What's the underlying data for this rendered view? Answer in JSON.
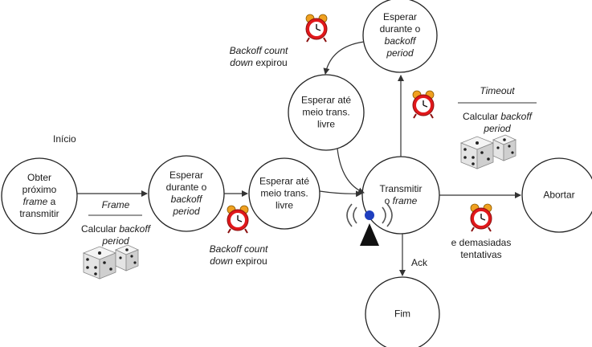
{
  "start_label": "Início",
  "nodes": {
    "obter": [
      "Obter",
      "próximo",
      "*frame* a",
      "transmitir"
    ],
    "esperar_backoff_1": [
      "Esperar",
      "durante o",
      "*backoff*",
      "*period*"
    ],
    "esperar_meio_1": [
      "Esperar até",
      "meio trans.",
      "livre"
    ],
    "transmitir": [
      "Transmitir",
      "o *frame*"
    ],
    "esperar_meio_2": [
      "Esperar até",
      "meio trans.",
      "livre"
    ],
    "esperar_backoff_2": [
      "Esperar",
      "durante o",
      "*backoff*",
      "*period*"
    ],
    "abortar": [
      "Abortar"
    ],
    "fim": [
      "Fim"
    ]
  },
  "edge_labels": {
    "frame_event": [
      "*Frame*"
    ],
    "frame_action": [
      "Calcular *backoff*",
      "*period*"
    ],
    "backoff_expired_1": [
      "*Backoff count*",
      "*down* expirou"
    ],
    "backoff_expired_2": [
      "*Backoff count*",
      "*down* expirou"
    ],
    "timeout_event": [
      "*Timeout*"
    ],
    "timeout_action": [
      "Calcular *backoff*",
      "*period*"
    ],
    "too_many": [
      "e demasiadas",
      "tentativas"
    ],
    "ack": [
      "Ack"
    ]
  },
  "icons": {
    "alarm": "alarm-clock-icon",
    "dice": "dice-icon",
    "antenna": "antenna-icon"
  },
  "colors": {
    "alarm_red": "#e0181b",
    "alarm_bell": "#f0a020",
    "antenna_blue": "#1f3fbf",
    "line": "#333333"
  }
}
